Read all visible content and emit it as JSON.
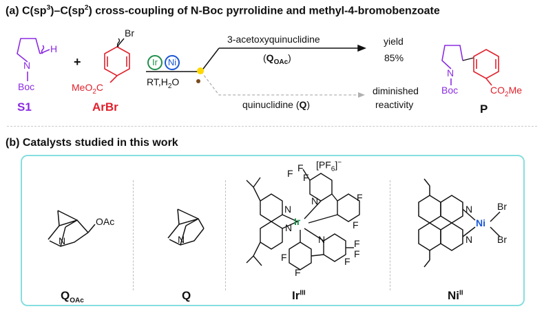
{
  "part_a": {
    "title_prefix": "(a) C(sp",
    "title_sup1": "3",
    "title_mid": ")–C(sp",
    "title_sup2": "2",
    "title_suffix": ") cross-coupling of N-Boc pyrrolidine and methyl-4-bromobenzoate",
    "s1_n": "N",
    "s1_h": "H",
    "s1_boc": "Boc",
    "s1_label": "S1",
    "plus": "+",
    "arbr_br": "Br",
    "arbr_ester_prefix": "MeO",
    "arbr_ester_sub": "2",
    "arbr_ester_suffix": "C",
    "arbr_label": "ArBr",
    "cat_ir": "Ir",
    "cat_ni": "Ni",
    "conditions_prefix": "RT,H",
    "conditions_sub": "2",
    "conditions_suffix": "O",
    "upper_reagent": "3-acetoxyquinuclidine",
    "upper_reagent_abbr_paren_open": "(",
    "upper_reagent_abbr": "Q",
    "upper_reagent_abbr_sub": "OAc",
    "upper_reagent_abbr_paren_close": ")",
    "lower_reagent_prefix": "quinuclidine (",
    "lower_reagent_abbr": "Q",
    "lower_reagent_suffix": ")",
    "yield_label": "yield",
    "yield_value": "85%",
    "diminished_line1": "diminished",
    "diminished_line2": "reactivity",
    "product_n": "N",
    "product_boc": "Boc",
    "product_ester_prefix": "CO",
    "product_ester_sub": "2",
    "product_ester_suffix": "Me",
    "product_label": "P"
  },
  "part_b": {
    "title": "(b) Catalysts studied in this work",
    "qoac_group": "OAc",
    "qoac_n": "N",
    "qoac_label": "Q",
    "qoac_label_sub": "OAc",
    "q_n": "N",
    "q_label": "Q",
    "ir_counterion_prefix": "[PF",
    "ir_counterion_sub": "6",
    "ir_counterion_suffix": "]",
    "ir_counterion_sup": "−",
    "ir_metal": "Ir",
    "ir_n": "N",
    "ir_f": "F",
    "ir_label": "Ir",
    "ir_label_sup": "III",
    "ni_metal": "Ni",
    "ni_n": "N",
    "ni_br": "Br",
    "ni_label": "Ni",
    "ni_label_sup": "II"
  },
  "colors": {
    "s1": "#8a2be2",
    "arbr": "#e0202b",
    "ir_circle": "#1e8f4a",
    "ni_circle": "#1a56d6",
    "box_border": "#86dede",
    "catalyst_metal_ir": "#1e8f4a",
    "catalyst_metal_ni": "#1a56d6",
    "photo_dot": "#ffd800"
  }
}
